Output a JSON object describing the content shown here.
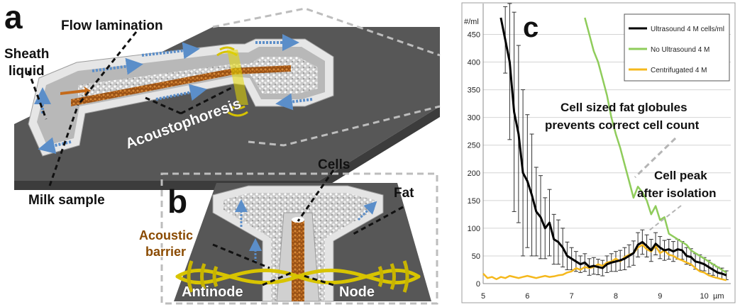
{
  "panels": {
    "a": {
      "letter": "a",
      "labels": {
        "flow_lamination": "Flow lamination",
        "sheath_line1": "Sheath",
        "sheath_line2": "liquid",
        "acoustophoresis": "Acoustophoresis",
        "milk_sample": "Milk sample"
      }
    },
    "b": {
      "letter": "b",
      "labels": {
        "cells": "Cells",
        "fat": "Fat",
        "barrier_line1": "Acoustic",
        "barrier_line2": "barrier",
        "antinode": "Antinode",
        "node": "Node"
      }
    },
    "c": {
      "letter": "c"
    }
  },
  "chart_data": {
    "type": "line",
    "ylabel": "#/ml",
    "xunit": "µm",
    "xlim": [
      5,
      10.6
    ],
    "ylim": [
      0,
      480
    ],
    "xticks": [
      "5",
      "6",
      "7",
      "8",
      "9",
      "10"
    ],
    "yticks": [
      "0",
      "50",
      "100",
      "150",
      "200",
      "250",
      "300",
      "350",
      "400",
      "450"
    ],
    "legend_position": "top-right",
    "annotations": {
      "fat_line1": "Cell sized fat globules",
      "fat_line2": "prevents correct cell count",
      "peak_line1": "Cell peak",
      "peak_line2": "after isolation"
    },
    "series": [
      {
        "name": "Ultrasound 4 M cells/ml",
        "color": "#000000",
        "x": [
          5.4,
          5.5,
          5.6,
          5.7,
          5.8,
          5.9,
          6.0,
          6.1,
          6.2,
          6.3,
          6.4,
          6.5,
          6.6,
          6.7,
          6.8,
          6.9,
          7.0,
          7.1,
          7.2,
          7.3,
          7.4,
          7.5,
          7.6,
          7.7,
          7.8,
          7.9,
          8.0,
          8.1,
          8.2,
          8.3,
          8.4,
          8.5,
          8.6,
          8.7,
          8.8,
          8.9,
          9.0,
          9.1,
          9.2,
          9.3,
          9.4,
          9.5,
          9.6,
          9.7,
          9.8,
          9.9,
          10.0,
          10.1,
          10.2,
          10.3,
          10.4,
          10.5
        ],
        "values": [
          480,
          440,
          400,
          310,
          270,
          200,
          185,
          160,
          130,
          120,
          100,
          110,
          80,
          75,
          65,
          50,
          45,
          40,
          35,
          38,
          30,
          32,
          30,
          28,
          35,
          38,
          40,
          42,
          45,
          50,
          55,
          70,
          75,
          68,
          60,
          72,
          65,
          60,
          62,
          58,
          62,
          60,
          50,
          48,
          40,
          38,
          35,
          30,
          25,
          20,
          18,
          15
        ],
        "errors": [
          0,
          60,
          140,
          180,
          160,
          150,
          120,
          110,
          80,
          75,
          55,
          60,
          45,
          40,
          35,
          25,
          20,
          18,
          15,
          16,
          15,
          15,
          14,
          14,
          15,
          16,
          18,
          18,
          20,
          20,
          22,
          22,
          22,
          20,
          20,
          20,
          20,
          18,
          18,
          18,
          18,
          16,
          15,
          15,
          14,
          14,
          12,
          12,
          10,
          10,
          10,
          8
        ]
      },
      {
        "name": "No Ultrasound 4 M",
        "color": "#8fcc5b",
        "x": [
          7.3,
          7.4,
          7.5,
          7.6,
          7.7,
          7.8,
          7.9,
          8.0,
          8.1,
          8.2,
          8.3,
          8.4,
          8.5,
          8.6,
          8.7,
          8.8,
          8.9,
          9.0,
          9.1,
          9.2,
          9.3,
          9.4,
          9.5,
          9.6,
          9.7,
          9.8,
          9.9,
          10.0,
          10.1,
          10.2,
          10.3,
          10.4,
          10.5
        ],
        "values": [
          480,
          450,
          420,
          400,
          370,
          340,
          300,
          270,
          245,
          215,
          185,
          155,
          175,
          165,
          150,
          125,
          140,
          115,
          120,
          90,
          85,
          80,
          75,
          70,
          60,
          55,
          50,
          45,
          40,
          35,
          30,
          25,
          20
        ]
      },
      {
        "name": "Centrifugated 4 M",
        "color": "#f5b81c",
        "x": [
          5.0,
          5.1,
          5.2,
          5.3,
          5.4,
          5.5,
          5.6,
          5.7,
          5.8,
          5.9,
          6.0,
          6.1,
          6.2,
          6.3,
          6.4,
          6.5,
          6.6,
          6.7,
          6.8,
          6.9,
          7.0,
          7.1,
          7.2,
          7.3,
          7.4,
          7.5,
          7.6,
          7.7,
          7.8,
          7.9,
          8.0,
          8.1,
          8.2,
          8.3,
          8.4,
          8.5,
          8.6,
          8.7,
          8.8,
          8.9,
          9.0,
          9.1,
          9.2,
          9.3,
          9.4,
          9.5,
          9.6,
          9.7,
          9.8,
          9.9,
          10.0,
          10.1,
          10.2,
          10.3,
          10.4,
          10.5
        ],
        "values": [
          18,
          10,
          12,
          8,
          12,
          10,
          14,
          12,
          10,
          12,
          14,
          12,
          10,
          12,
          14,
          12,
          13,
          15,
          16,
          20,
          22,
          28,
          25,
          30,
          28,
          30,
          35,
          32,
          38,
          40,
          45,
          40,
          48,
          52,
          55,
          65,
          70,
          62,
          58,
          68,
          55,
          60,
          52,
          50,
          45,
          42,
          38,
          35,
          28,
          22,
          20,
          15,
          12,
          10,
          8,
          6
        ]
      }
    ]
  },
  "colors": {
    "chip_dark": "#555555",
    "chip_side": "#3f3f3f",
    "channel_wall": "#e4e4e4",
    "channel_floor": "#b9b9b9",
    "cells": "#b5651d",
    "wave": "#d8c400",
    "arrow": "#5b8ec9"
  }
}
